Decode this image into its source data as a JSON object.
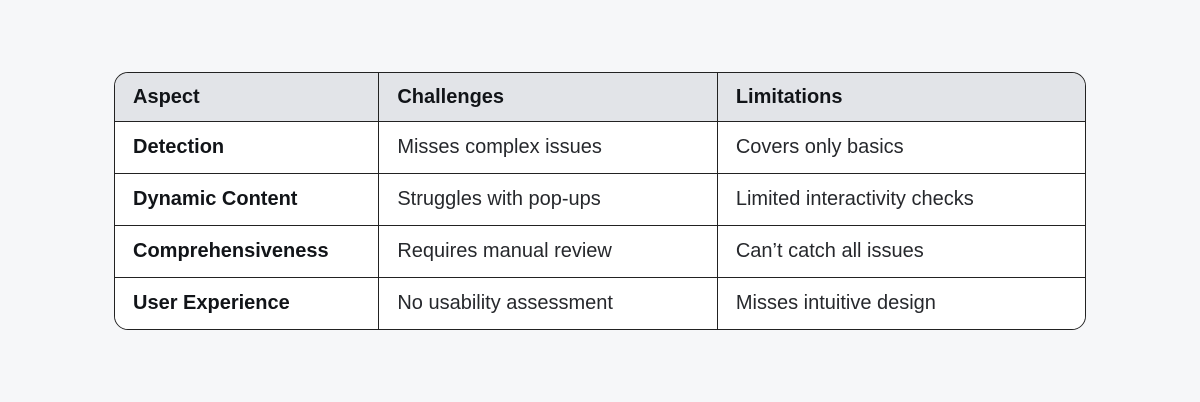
{
  "chart_data": {
    "type": "table",
    "columns": [
      "Aspect",
      "Challenges",
      "Limitations"
    ],
    "rows": [
      [
        "Detection",
        "Misses complex issues",
        "Covers only basics"
      ],
      [
        "Dynamic Content",
        "Struggles with pop-ups",
        "Limited interactivity checks"
      ],
      [
        "Comprehensiveness",
        "Requires manual review",
        "Can’t catch all issues"
      ],
      [
        "User Experience",
        "No usability assessment",
        "Misses intuitive design"
      ]
    ],
    "layout": {
      "grid": "on",
      "header_row": true,
      "bold_first_column": true
    }
  },
  "style": {
    "page_background": "#f6f7f9",
    "header_background": "#e2e4e8",
    "row_background": "#ffffff",
    "border_color": "#222222",
    "header_text_color": "#111418",
    "body_text_color": "#26282c"
  }
}
